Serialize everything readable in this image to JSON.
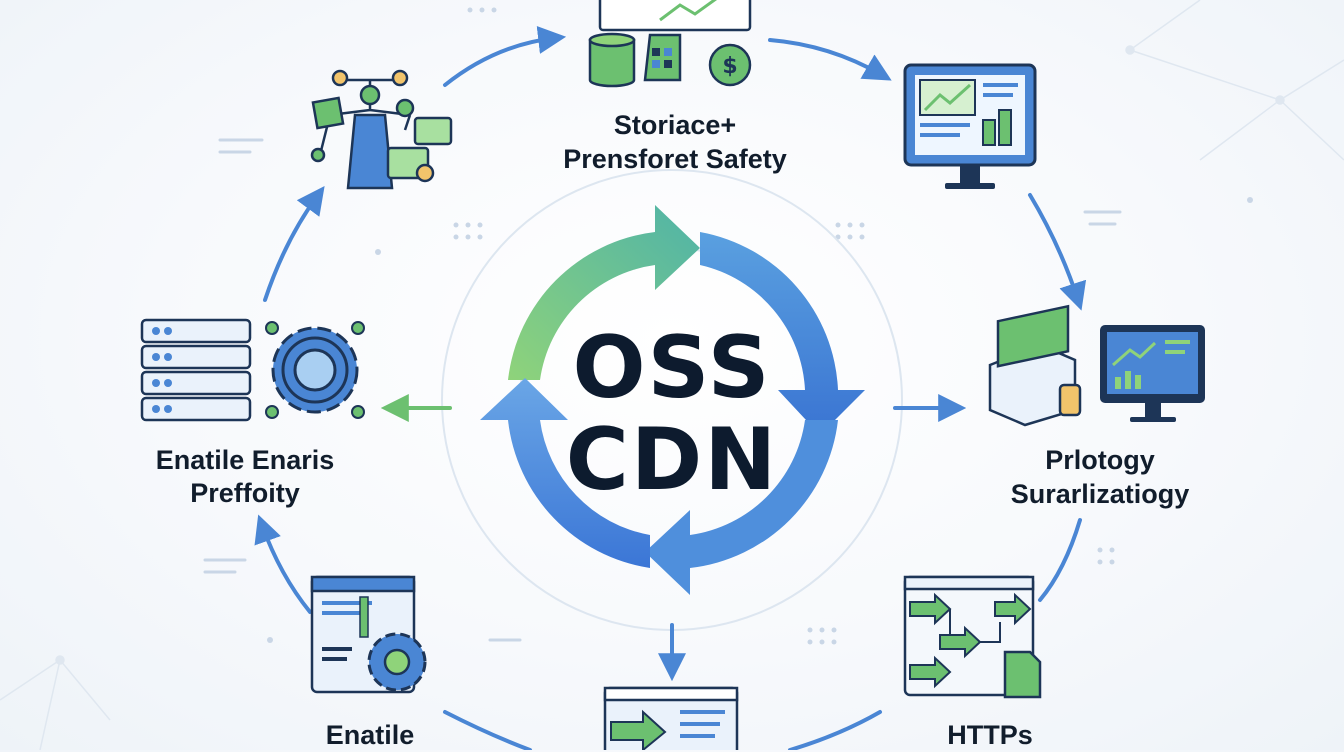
{
  "center": {
    "line1": "OSS",
    "line2": "CDN"
  },
  "nodes": {
    "top": {
      "line1": "Storiace+",
      "line2": "Prensforet Safety"
    },
    "left": {
      "line1": "Enatile Enaris",
      "line2": "Preffoity"
    },
    "right": {
      "line1": "Prlotogy",
      "line2": "Surarlizatiogy"
    },
    "bottom_left": {
      "line1": "Enatile"
    },
    "bottom_right": {
      "line1": "HTTPs"
    }
  },
  "colors": {
    "ring_green": "#7ccb6e",
    "ring_blue": "#3f7fd9",
    "arrow_blue": "#4a86d4",
    "arrow_green": "#6cc070",
    "icon_navy": "#1d3557",
    "icon_green": "#5fb869",
    "icon_blue": "#4a86d4"
  },
  "icons": [
    "network-nodes-icon",
    "database-chart-icon",
    "dollar-icon",
    "monitor-chart-icon",
    "server-stack-icon",
    "gear-icon",
    "warehouse-chart-icon",
    "browser-settings-icon",
    "flow-diagram-icon",
    "browser-arrow-icon"
  ]
}
